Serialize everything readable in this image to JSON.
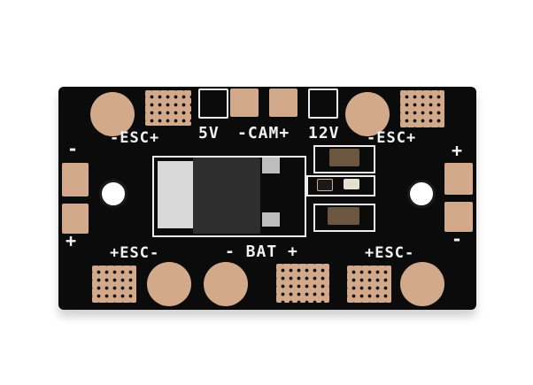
{
  "board": {
    "labels": {
      "esc_top_left": "-ESC+",
      "v5": "5V",
      "cam": "-CAM+",
      "v12": "12V",
      "esc_top_right": "-ESC+",
      "esc_bottom_left": "+ESC-",
      "bat": "- BAT +",
      "esc_bottom_right": "+ESC-",
      "left_minus": "-",
      "left_plus": "+",
      "right_plus": "+",
      "right_minus": "-"
    },
    "colors": {
      "pcb": "#0b0b0b",
      "pad": "#d2a98a",
      "silkscreen": "#f2f2f2"
    }
  }
}
